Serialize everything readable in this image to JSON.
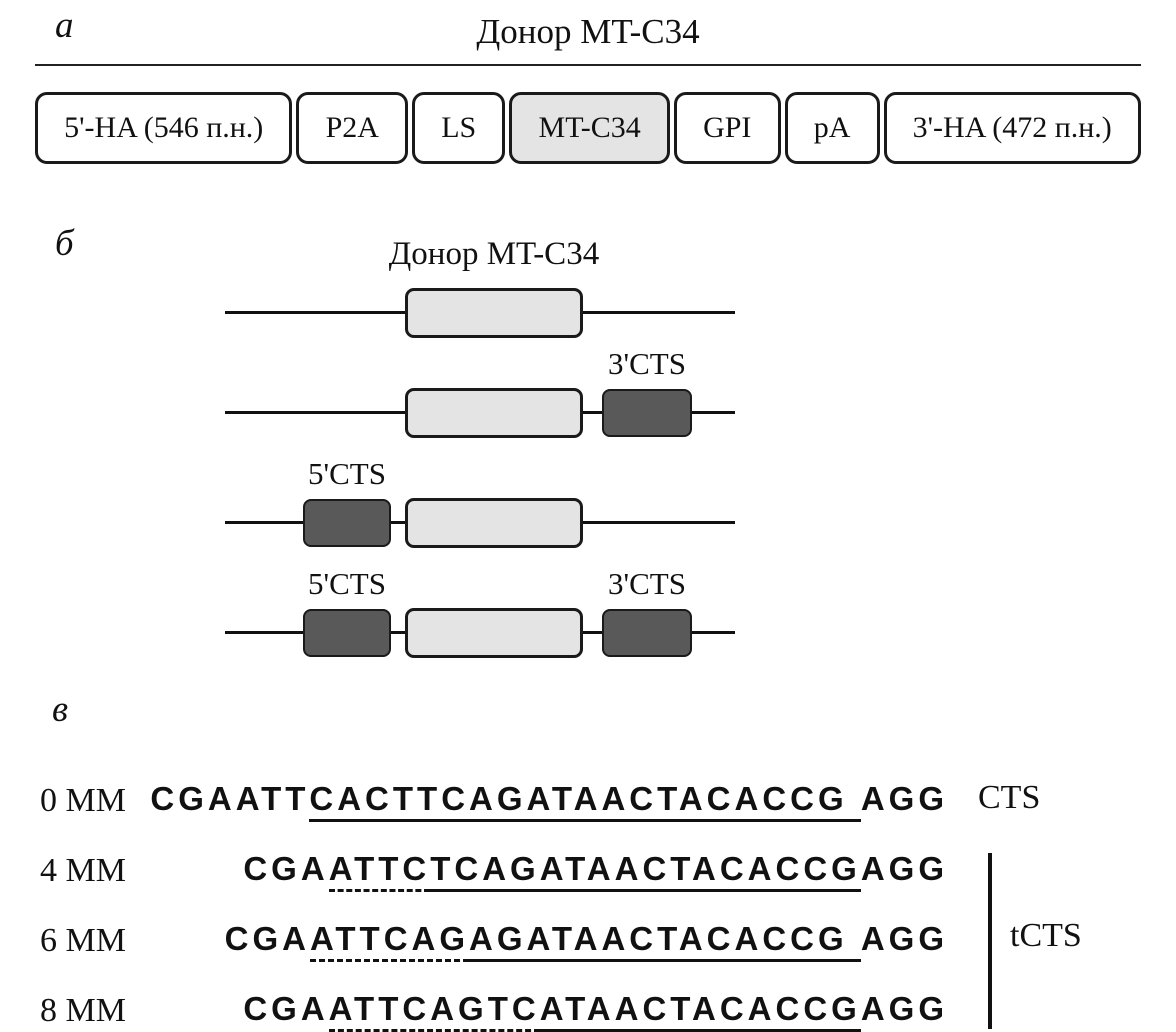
{
  "colors": {
    "light_box": "#e4e4e4",
    "dark_box": "#595959",
    "line": "#111111"
  },
  "panel_a": {
    "label": "а",
    "title": "Донор MT-C34",
    "boxes": [
      {
        "label": "5'-HA (546 п.н.)",
        "shaded": false
      },
      {
        "label": "P2A",
        "shaded": false
      },
      {
        "label": "LS",
        "shaded": false
      },
      {
        "label": "MT-C34",
        "shaded": true
      },
      {
        "label": "GPI",
        "shaded": false
      },
      {
        "label": "pA",
        "shaded": false
      },
      {
        "label": "3'-HA (472 п.н.)",
        "shaded": false
      }
    ]
  },
  "panel_b": {
    "label": "б",
    "title": "Донор MT-C34",
    "rows": [
      {
        "cts5": null,
        "cts3": null
      },
      {
        "cts5": null,
        "cts3": "3'CTS"
      },
      {
        "cts5": "5'CTS",
        "cts3": null
      },
      {
        "cts5": "5'CTS",
        "cts3": "3'CTS"
      }
    ]
  },
  "panel_c": {
    "label": "в",
    "cts_label": "CTS",
    "tcts_label": "tCTS",
    "rows": [
      {
        "mm": "0 MM",
        "segments": [
          {
            "text": "CGAATT",
            "style": "plain"
          },
          {
            "text": "CACTTCAGATAACTACACCG ",
            "style": "solid"
          },
          {
            "text": "AGG",
            "style": "pam"
          }
        ]
      },
      {
        "mm": "4 MM",
        "segments": [
          {
            "text": "CGA",
            "style": "plain"
          },
          {
            "text": "ATTC",
            "style": "dashed"
          },
          {
            "text": "TCAGATAACTACACCG",
            "style": "solid"
          },
          {
            "text": "AGG",
            "style": "pam"
          }
        ]
      },
      {
        "mm": "6 MM",
        "segments": [
          {
            "text": "CGA",
            "style": "plain"
          },
          {
            "text": "ATTCAG",
            "style": "dashed"
          },
          {
            "text": "AGATAACTACACCG ",
            "style": "solid"
          },
          {
            "text": "AGG",
            "style": "pam"
          }
        ]
      },
      {
        "mm": "8 MM",
        "segments": [
          {
            "text": "CGA",
            "style": "plain"
          },
          {
            "text": "ATTCAGTC",
            "style": "dashed"
          },
          {
            "text": "ATAACTACACCG",
            "style": "solid"
          },
          {
            "text": "AGG",
            "style": "pam"
          }
        ]
      }
    ]
  }
}
